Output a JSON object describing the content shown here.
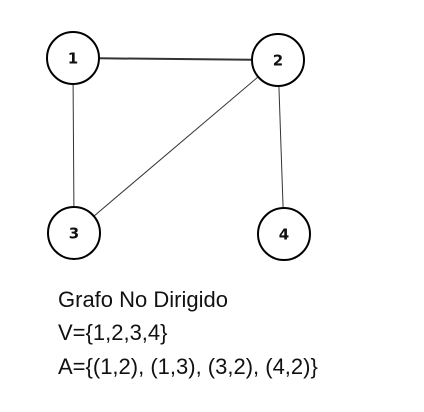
{
  "graph": {
    "nodes": [
      {
        "id": "1",
        "label": "1"
      },
      {
        "id": "2",
        "label": "2"
      },
      {
        "id": "3",
        "label": "3"
      },
      {
        "id": "4",
        "label": "4"
      }
    ],
    "edges": [
      {
        "from": "1",
        "to": "2"
      },
      {
        "from": "1",
        "to": "3"
      },
      {
        "from": "3",
        "to": "2"
      },
      {
        "from": "4",
        "to": "2"
      }
    ],
    "directed": false
  },
  "caption": {
    "title": "Grafo No Dirigido",
    "vertices": "V={1,2,3,4}",
    "edges": "A={(1,2), (1,3), (3,2), (4,2)}"
  },
  "colors": {
    "stroke": "#000000",
    "edge": "#333333",
    "node_fill": "#ffffff",
    "text": "#111111"
  }
}
